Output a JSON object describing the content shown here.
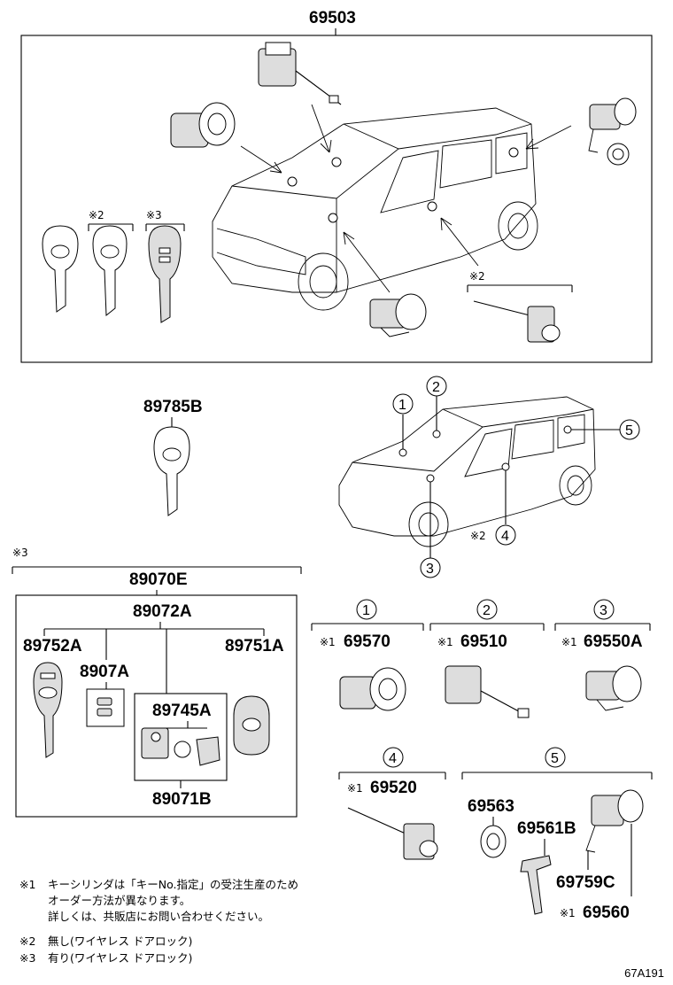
{
  "top_group": {
    "part_no": "69503",
    "note_left": "※2",
    "note_right": "※3",
    "note_lock": "※2"
  },
  "key_single": {
    "part_no": "89785B"
  },
  "callouts": {
    "c1": "1",
    "c2": "2",
    "c3": "3",
    "c4": "4",
    "c5": "5",
    "c4_note": "※2"
  },
  "set_group": {
    "note": "※3",
    "outer_no": "89070E",
    "inner_no": "89072A",
    "left_no": "89752A",
    "mid_no": "8907A",
    "right_no": "89751A",
    "sub_no": "89745A",
    "sub_bottom_no": "89071B"
  },
  "parts": {
    "p1": {
      "circle": "1",
      "mark": "※1",
      "no": "69570"
    },
    "p2": {
      "circle": "2",
      "mark": "※1",
      "no": "69510"
    },
    "p3": {
      "circle": "3",
      "mark": "※1",
      "no": "69550A"
    },
    "p4": {
      "circle": "4",
      "mark": "※1",
      "no": "69520"
    },
    "p5": {
      "circle": "5",
      "no_a": "69563",
      "no_b": "69561B",
      "no_c": "69759C",
      "mark": "※1",
      "no_d": "69560"
    }
  },
  "notes": [
    {
      "mark": "※1",
      "lines": [
        "キーシリンダは「キーNo.指定」の受注生産のため",
        "オーダー方法が異なります。",
        "詳しくは、共販店にお問い合わせください。"
      ]
    },
    {
      "mark": "※2",
      "lines": [
        "無し(ワイヤレス ドアロック)"
      ]
    },
    {
      "mark": "※3",
      "lines": [
        "有り(ワイヤレス ドアロック)"
      ]
    }
  ],
  "figure_code": "67A191"
}
